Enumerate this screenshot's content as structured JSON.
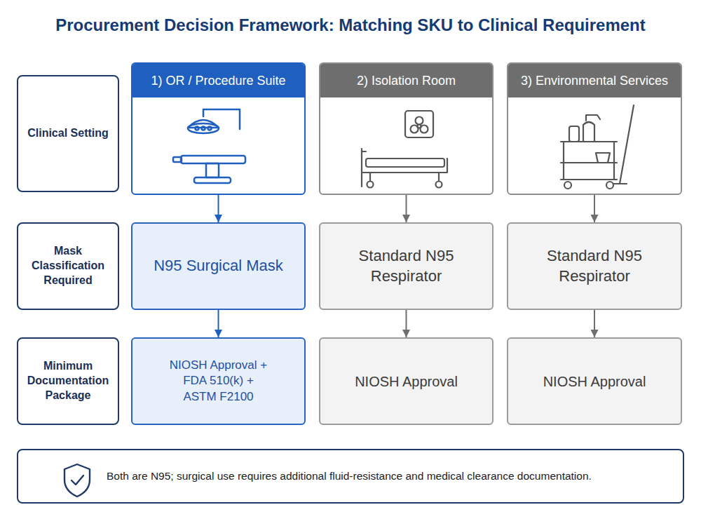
{
  "diagram": {
    "title": "Procurement Decision Framework: Matching SKU to Clinical Requirement",
    "nodes": [
      {
        "text": [
          "Clinical Setting"
        ]
      },
      {
        "text": [
          "1) OR / Procedure Suite"
        ]
      },
      {
        "text": [
          "2) Isolation Room"
        ]
      },
      {
        "text": [
          "3) Environmental Services"
        ]
      },
      {
        "text": [
          "Mask Classification Required"
        ]
      },
      {
        "text": [
          "N95 Surgical Mask"
        ]
      },
      {
        "text": [
          "Standard N95 Respirator"
        ]
      },
      {
        "text": [
          "Standard N95 Respirator"
        ]
      },
      {
        "text": [
          "Minimum Documentation Package"
        ]
      },
      {
        "text": [
          "NIOSH Approval + FDA 510(k) + ASTM F2100"
        ]
      },
      {
        "text": [
          "NIOSH Approval"
        ]
      },
      {
        "text": [
          "NIOSH Approval"
        ]
      },
      {
        "text": [
          "Both are N95; surgical use requires additional fluid-resistance and medical clearance documentation."
        ]
      }
    ],
    "edges": [
      {
        "from": 1,
        "to": 5,
        "arrow": "to"
      },
      {
        "from": 5,
        "to": 9,
        "arrow": "to"
      },
      {
        "from": 2,
        "to": 6,
        "arrow": "to"
      },
      {
        "from": 6,
        "to": 10,
        "arrow": "to"
      },
      {
        "from": 3,
        "to": 7,
        "arrow": "to"
      },
      {
        "from": 7,
        "to": 11,
        "arrow": "to"
      }
    ]
  }
}
